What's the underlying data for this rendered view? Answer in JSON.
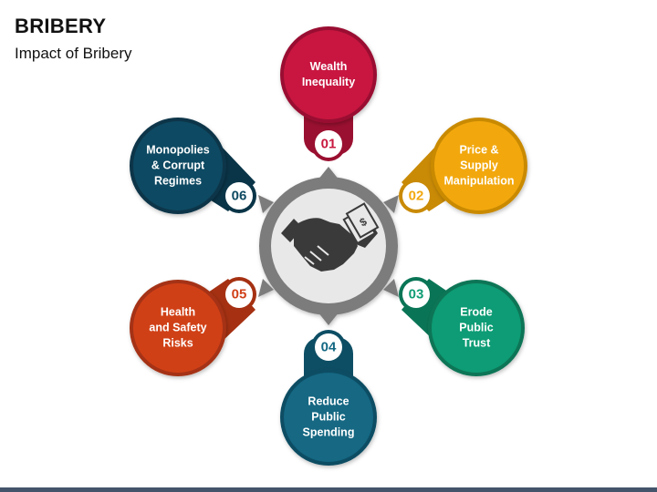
{
  "header": {
    "title": "BRIBERY",
    "subtitle": "Impact of Bribery"
  },
  "center": {
    "icon": "handshake-money-icon"
  },
  "items": [
    {
      "number": "01",
      "label": "Wealth\nInequality",
      "color": "#c8183f",
      "dark": "#9a1030"
    },
    {
      "number": "02",
      "label": "Price &\nSupply\nManipulation",
      "color": "#f2a80f",
      "dark": "#c98a06"
    },
    {
      "number": "03",
      "label": "Erode\nPublic\nTrust",
      "color": "#0e9c74",
      "dark": "#0a7556"
    },
    {
      "number": "04",
      "label": "Reduce\nPublic\nSpending",
      "color": "#136783",
      "dark": "#0d4e64"
    },
    {
      "number": "05",
      "label": "Health\nand Safety\nRisks",
      "color": "#d04119",
      "dark": "#a53112"
    },
    {
      "number": "06",
      "label": "Monopolies\n& Corrupt\nRegimes",
      "color": "#0f4a62",
      "dark": "#0a3548"
    }
  ],
  "footer": {
    "color": "#44546a"
  }
}
